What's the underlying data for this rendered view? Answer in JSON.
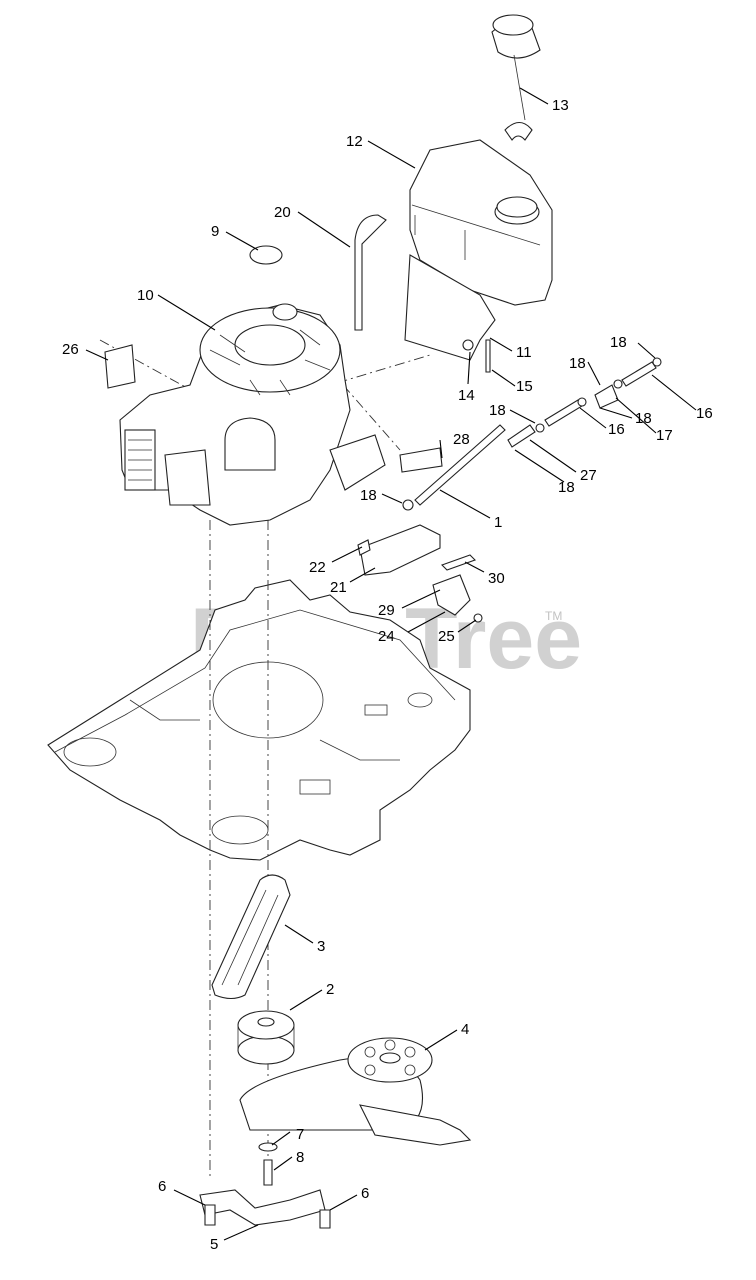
{
  "watermark": {
    "text": "PartsTree",
    "tm": "TM"
  },
  "callouts": [
    {
      "id": "c1",
      "label": "1"
    },
    {
      "id": "c2",
      "label": "2"
    },
    {
      "id": "c3",
      "label": "3"
    },
    {
      "id": "c4",
      "label": "4"
    },
    {
      "id": "c5",
      "label": "5"
    },
    {
      "id": "c6a",
      "label": "6"
    },
    {
      "id": "c6b",
      "label": "6"
    },
    {
      "id": "c7",
      "label": "7"
    },
    {
      "id": "c8",
      "label": "8"
    },
    {
      "id": "c9",
      "label": "9"
    },
    {
      "id": "c10",
      "label": "10"
    },
    {
      "id": "c11",
      "label": "11"
    },
    {
      "id": "c12",
      "label": "12"
    },
    {
      "id": "c13",
      "label": "13"
    },
    {
      "id": "c14",
      "label": "14"
    },
    {
      "id": "c15",
      "label": "15"
    },
    {
      "id": "c16a",
      "label": "16"
    },
    {
      "id": "c16b",
      "label": "16"
    },
    {
      "id": "c17",
      "label": "17"
    },
    {
      "id": "c18a",
      "label": "18"
    },
    {
      "id": "c18b",
      "label": "18"
    },
    {
      "id": "c18c",
      "label": "18"
    },
    {
      "id": "c18d",
      "label": "18"
    },
    {
      "id": "c18e",
      "label": "18"
    },
    {
      "id": "c18f",
      "label": "18"
    },
    {
      "id": "c20",
      "label": "20"
    },
    {
      "id": "c21",
      "label": "21"
    },
    {
      "id": "c22",
      "label": "22"
    },
    {
      "id": "c24",
      "label": "24"
    },
    {
      "id": "c25",
      "label": "25"
    },
    {
      "id": "c26",
      "label": "26"
    },
    {
      "id": "c27",
      "label": "27"
    },
    {
      "id": "c28",
      "label": "28"
    },
    {
      "id": "c29",
      "label": "29"
    },
    {
      "id": "c30",
      "label": "30"
    }
  ]
}
